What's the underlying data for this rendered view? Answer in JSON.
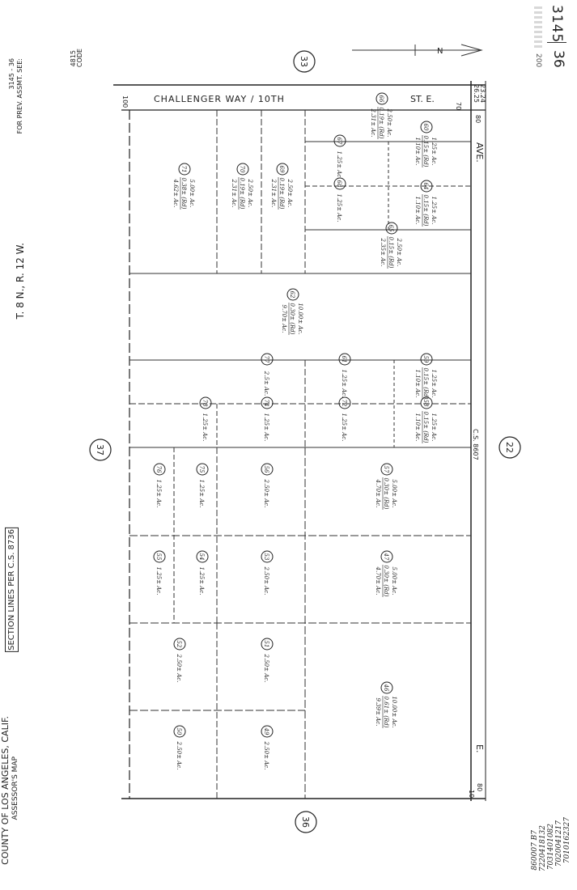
{
  "header": {
    "book": "3145",
    "page": "36",
    "year_stamp": "200"
  },
  "left_margin": {
    "code_label": "CODE",
    "code_value": "4815",
    "prev_line1": "FOR PREV. ASSMT. SEE:",
    "prev_line2": "3145 - 36",
    "township": "T. 8 N., R. 12 W.",
    "section_note": "SECTION LINES PER C.S. 8736",
    "assessor_line1": "ASSESSOR'S MAP",
    "assessor_line2": "COUNTY OF LOS ANGELES, CALIF."
  },
  "streets": {
    "challenger": "CHALLENGER WAY / 10TH",
    "st_e": "ST. E.",
    "ave": "AVE.",
    "e": "E.",
    "cs": "C.S. 8607",
    "n_arrow": "N"
  },
  "edge_numbers": {
    "left_top": "100",
    "right_top_a": "23.24",
    "right_top_b": "26.25",
    "right_top_c": "70",
    "right_top_d": "80",
    "right_bottom_a": "80",
    "right_bottom_b": "10"
  },
  "adjacent_sections": {
    "top": "33",
    "bottom": "36",
    "left": "37",
    "right": "22"
  },
  "parcels": [
    {
      "id": "71",
      "acres": "5.00± Ac.",
      "sub": "0.38± (Rd)",
      "net": "4.62± Ac."
    },
    {
      "id": "70",
      "acres": "2.50± Ac.",
      "sub": "0.19± (Rd)",
      "net": "2.31± Ac."
    },
    {
      "id": "69",
      "acres": "2.50± Ac.",
      "sub": "0.19± (Rd)",
      "net": "2.31± Ac."
    },
    {
      "id": "66",
      "acres": "2.50± Ac.",
      "sub": "0.19± (Rd)",
      "net": "2.31± Ac."
    },
    {
      "id": "67",
      "acres": "1.25± Ac."
    },
    {
      "id": "60",
      "acres": "1.25± Ac.",
      "sub": "0.15± (Rd)",
      "net": "1.10± Ac."
    },
    {
      "id": "68",
      "acres": "1.25± Ac."
    },
    {
      "id": "64",
      "acres": "1.25± Ac.",
      "sub": "0.15± (Rd)",
      "net": "1.10± Ac."
    },
    {
      "id": "65",
      "acres": "2.50± Ac.",
      "sub": "0.15± (Rd)",
      "net": "2.35± Ac."
    },
    {
      "id": "62",
      "acres": "10.00± Ac.",
      "sub": "0.30± (Rd)",
      "net": "9.70± Ac."
    },
    {
      "id": "77",
      "acres": "2.5± Ac."
    },
    {
      "id": "61",
      "acres": "1.25± Ac."
    },
    {
      "id": "59",
      "acres": "1.25± Ac.",
      "sub": "0.15± (Rd)",
      "net": "1.10± Ac."
    },
    {
      "id": "78",
      "acres": "1.25± Ac."
    },
    {
      "id": "74",
      "acres": "1.25± Ac."
    },
    {
      "id": "72",
      "acres": "1.25± Ac."
    },
    {
      "id": "58",
      "acres": "1.25± Ac.",
      "sub": "0.15± (Rd)",
      "net": "1.10± Ac."
    },
    {
      "id": "76",
      "acres": "1.25± Ac."
    },
    {
      "id": "75",
      "acres": "1.25± Ac."
    },
    {
      "id": "56",
      "acres": "2.50± Ac."
    },
    {
      "id": "57",
      "acres": "5.00± Ac.",
      "sub": "0.30± (Rd)",
      "net": "4.70± Ac."
    },
    {
      "id": "55",
      "acres": "1.25± Ac."
    },
    {
      "id": "54",
      "acres": "1.25± Ac."
    },
    {
      "id": "53",
      "acres": "2.50± Ac."
    },
    {
      "id": "47",
      "acres": "5.00± Ac.",
      "sub": "0.30± (Rd)",
      "net": "4.70± Ac."
    },
    {
      "id": "52",
      "acres": "2.50± Ac."
    },
    {
      "id": "51",
      "acres": "2.50± Ac."
    },
    {
      "id": "46",
      "acres": "10.00± Ac.",
      "sub": "0.61± (Rd)",
      "net": "9.39± Ac."
    },
    {
      "id": "50",
      "acres": "2.50± Ac."
    },
    {
      "id": "49",
      "acres": "2.50± Ac."
    }
  ],
  "revisions": [
    "7010162327",
    "7020041217",
    "7031401082",
    "7220418132",
    "860007 B7"
  ]
}
